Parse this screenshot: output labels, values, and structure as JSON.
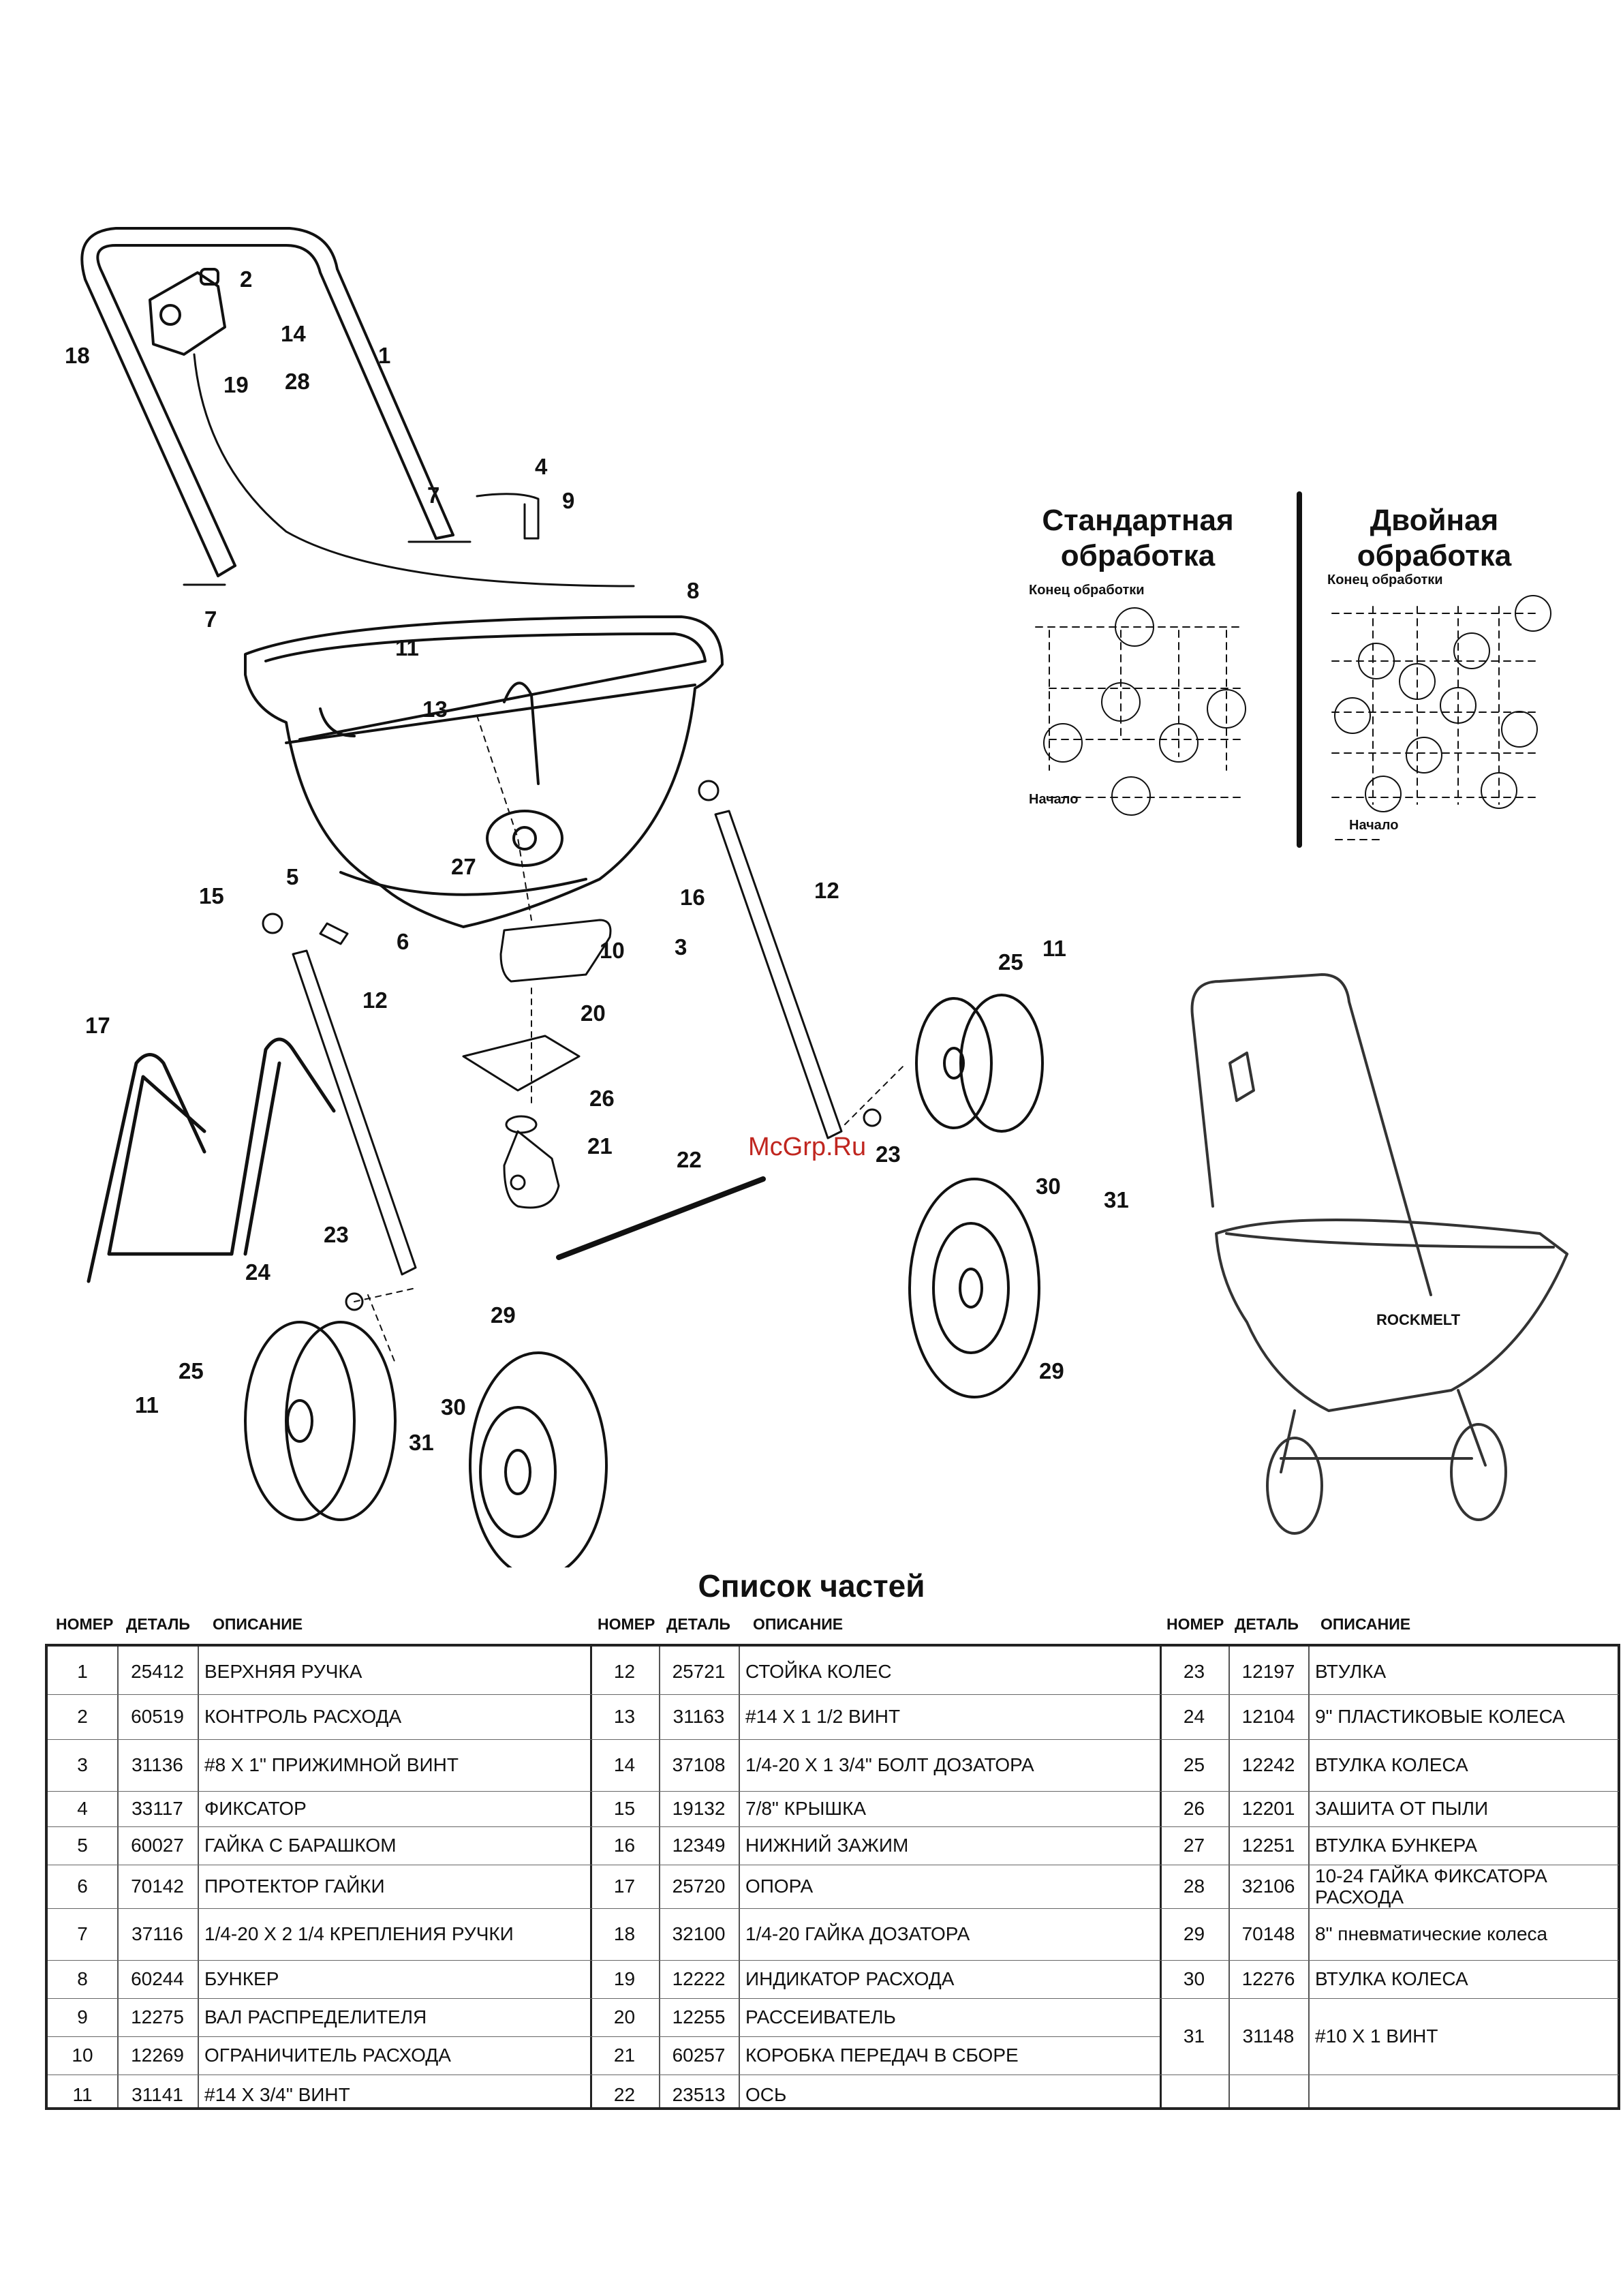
{
  "diagram": {
    "callouts": [
      {
        "id": "c2",
        "text": "2"
      },
      {
        "id": "c14",
        "text": "14"
      },
      {
        "id": "c18",
        "text": "18"
      },
      {
        "id": "c1",
        "text": "1"
      },
      {
        "id": "c19",
        "text": "19"
      },
      {
        "id": "c28",
        "text": "28"
      },
      {
        "id": "c4",
        "text": "4"
      },
      {
        "id": "c9",
        "text": "9"
      },
      {
        "id": "c7a",
        "text": "7"
      },
      {
        "id": "c8",
        "text": "8"
      },
      {
        "id": "c7b",
        "text": "7"
      },
      {
        "id": "c11a",
        "text": "11"
      },
      {
        "id": "c13",
        "text": "13"
      },
      {
        "id": "c27",
        "text": "27"
      },
      {
        "id": "c15",
        "text": "15"
      },
      {
        "id": "c5",
        "text": "5"
      },
      {
        "id": "c6",
        "text": "6"
      },
      {
        "id": "c16",
        "text": "16"
      },
      {
        "id": "c3",
        "text": "3"
      },
      {
        "id": "c10",
        "text": "10"
      },
      {
        "id": "c12a",
        "text": "12"
      },
      {
        "id": "c12b",
        "text": "12"
      },
      {
        "id": "c17",
        "text": "17"
      },
      {
        "id": "c20",
        "text": "20"
      },
      {
        "id": "c26",
        "text": "26"
      },
      {
        "id": "c21",
        "text": "21"
      },
      {
        "id": "c22",
        "text": "22"
      },
      {
        "id": "c23a",
        "text": "23"
      },
      {
        "id": "c23b",
        "text": "23"
      },
      {
        "id": "c25a",
        "text": "25"
      },
      {
        "id": "c11b",
        "text": "11"
      },
      {
        "id": "c30a",
        "text": "30"
      },
      {
        "id": "c31a",
        "text": "31"
      },
      {
        "id": "c29a",
        "text": "29"
      },
      {
        "id": "c24",
        "text": "24"
      },
      {
        "id": "c29b",
        "text": "29"
      },
      {
        "id": "c25b",
        "text": "25"
      },
      {
        "id": "c11c",
        "text": "11"
      },
      {
        "id": "c30b",
        "text": "30"
      },
      {
        "id": "c31b",
        "text": "31"
      }
    ],
    "watermark": "McGrp.Ru",
    "brand_label": "ROCKMELT"
  },
  "patterns": {
    "standard_title_line1": "Стандартная",
    "standard_title_line2": "обработка",
    "standard_end": "Конец  обработки",
    "standard_start": "Начало",
    "double_title_line1": "Двойная",
    "double_title_line2": "обработка",
    "double_end": "Конец обработки",
    "double_start": "Начало"
  },
  "parts": {
    "title": "Список частей",
    "headers": {
      "num": "НОМЕР",
      "part": "ДЕТАЛЬ",
      "desc": "ОПИСАНИЕ"
    },
    "col1": [
      {
        "num": "1",
        "part": "25412",
        "desc": "ВЕРХНЯЯ РУЧКА"
      },
      {
        "num": "2",
        "part": "60519",
        "desc": "КОНТРОЛЬ РАСХОДА"
      },
      {
        "num": "3",
        "part": "31136",
        "desc": "#8 X 1\" ПРИЖИМНОЙ ВИНТ"
      },
      {
        "num": "4",
        "part": "33117",
        "desc": "ФИКСАТОР"
      },
      {
        "num": "5",
        "part": "60027",
        "desc": "ГАЙКА С БАРАШКОМ"
      },
      {
        "num": "6",
        "part": "70142",
        "desc": "ПРОТЕКТОР ГАЙКИ"
      },
      {
        "num": "7",
        "part": "37116",
        "desc": "1/4-20 X 2 1/4 КРЕПЛЕНИЯ РУЧКИ"
      },
      {
        "num": "8",
        "part": "60244",
        "desc": "БУНКЕР"
      },
      {
        "num": "9",
        "part": "12275",
        "desc": "ВАЛ РАСПРЕДЕЛИТЕЛЯ"
      },
      {
        "num": "10",
        "part": "12269",
        "desc": "ОГРАНИЧИТЕЛЬ РАСХОДА"
      },
      {
        "num": "11",
        "part": "31141",
        "desc": "#14 X 3/4\" ВИНТ"
      }
    ],
    "col2": [
      {
        "num": "12",
        "part": "25721",
        "desc": "СТОЙКА КОЛЕС"
      },
      {
        "num": "13",
        "part": "31163",
        "desc": "#14 X 1 1/2 ВИНТ"
      },
      {
        "num": "14",
        "part": "37108",
        "desc": "1/4-20 X 1 3/4\" БОЛТ ДОЗАТОРА"
      },
      {
        "num": "15",
        "part": "19132",
        "desc": "7/8\" КРЫШКА"
      },
      {
        "num": "16",
        "part": "12349",
        "desc": "НИЖНИЙ ЗАЖИМ"
      },
      {
        "num": "17",
        "part": "25720",
        "desc": "ОПОРА"
      },
      {
        "num": "18",
        "part": "32100",
        "desc": "1/4-20 ГАЙКА ДОЗАТОРА"
      },
      {
        "num": "19",
        "part": "12222",
        "desc": "ИНДИКАТОР РАСХОДА"
      },
      {
        "num": "20",
        "part": "12255",
        "desc": "РАССЕИВАТЕЛЬ"
      },
      {
        "num": "21",
        "part": "60257",
        "desc": "КОРОБКА ПЕРЕДАЧ В СБОРЕ"
      },
      {
        "num": "22",
        "part": "23513",
        "desc": "ОСЬ"
      }
    ],
    "col3": [
      {
        "num": "23",
        "part": "12197",
        "desc": "ВТУЛКА"
      },
      {
        "num": "24",
        "part": "12104",
        "desc": "9\" ПЛАСТИКОВЫЕ КОЛЕСА"
      },
      {
        "num": "25",
        "part": "12242",
        "desc": "ВТУЛКА КОЛЕСА"
      },
      {
        "num": "26",
        "part": "12201",
        "desc": "ЗАШИТА ОТ ПЫЛИ"
      },
      {
        "num": "27",
        "part": "12251",
        "desc": "ВТУЛКА БУНКЕРА"
      },
      {
        "num": "28",
        "part": "32106",
        "desc": "10-24 ГАЙКА ФИКСАТОРА РАСХОДА"
      },
      {
        "num": "29",
        "part": "70148",
        "desc": "8\" пневматические колеса"
      },
      {
        "num": "30",
        "part": "12276",
        "desc": "ВТУЛКА КОЛЕСА"
      },
      {
        "num": "31",
        "part": "31148",
        "desc": "#10 X 1 ВИНТ"
      }
    ]
  }
}
